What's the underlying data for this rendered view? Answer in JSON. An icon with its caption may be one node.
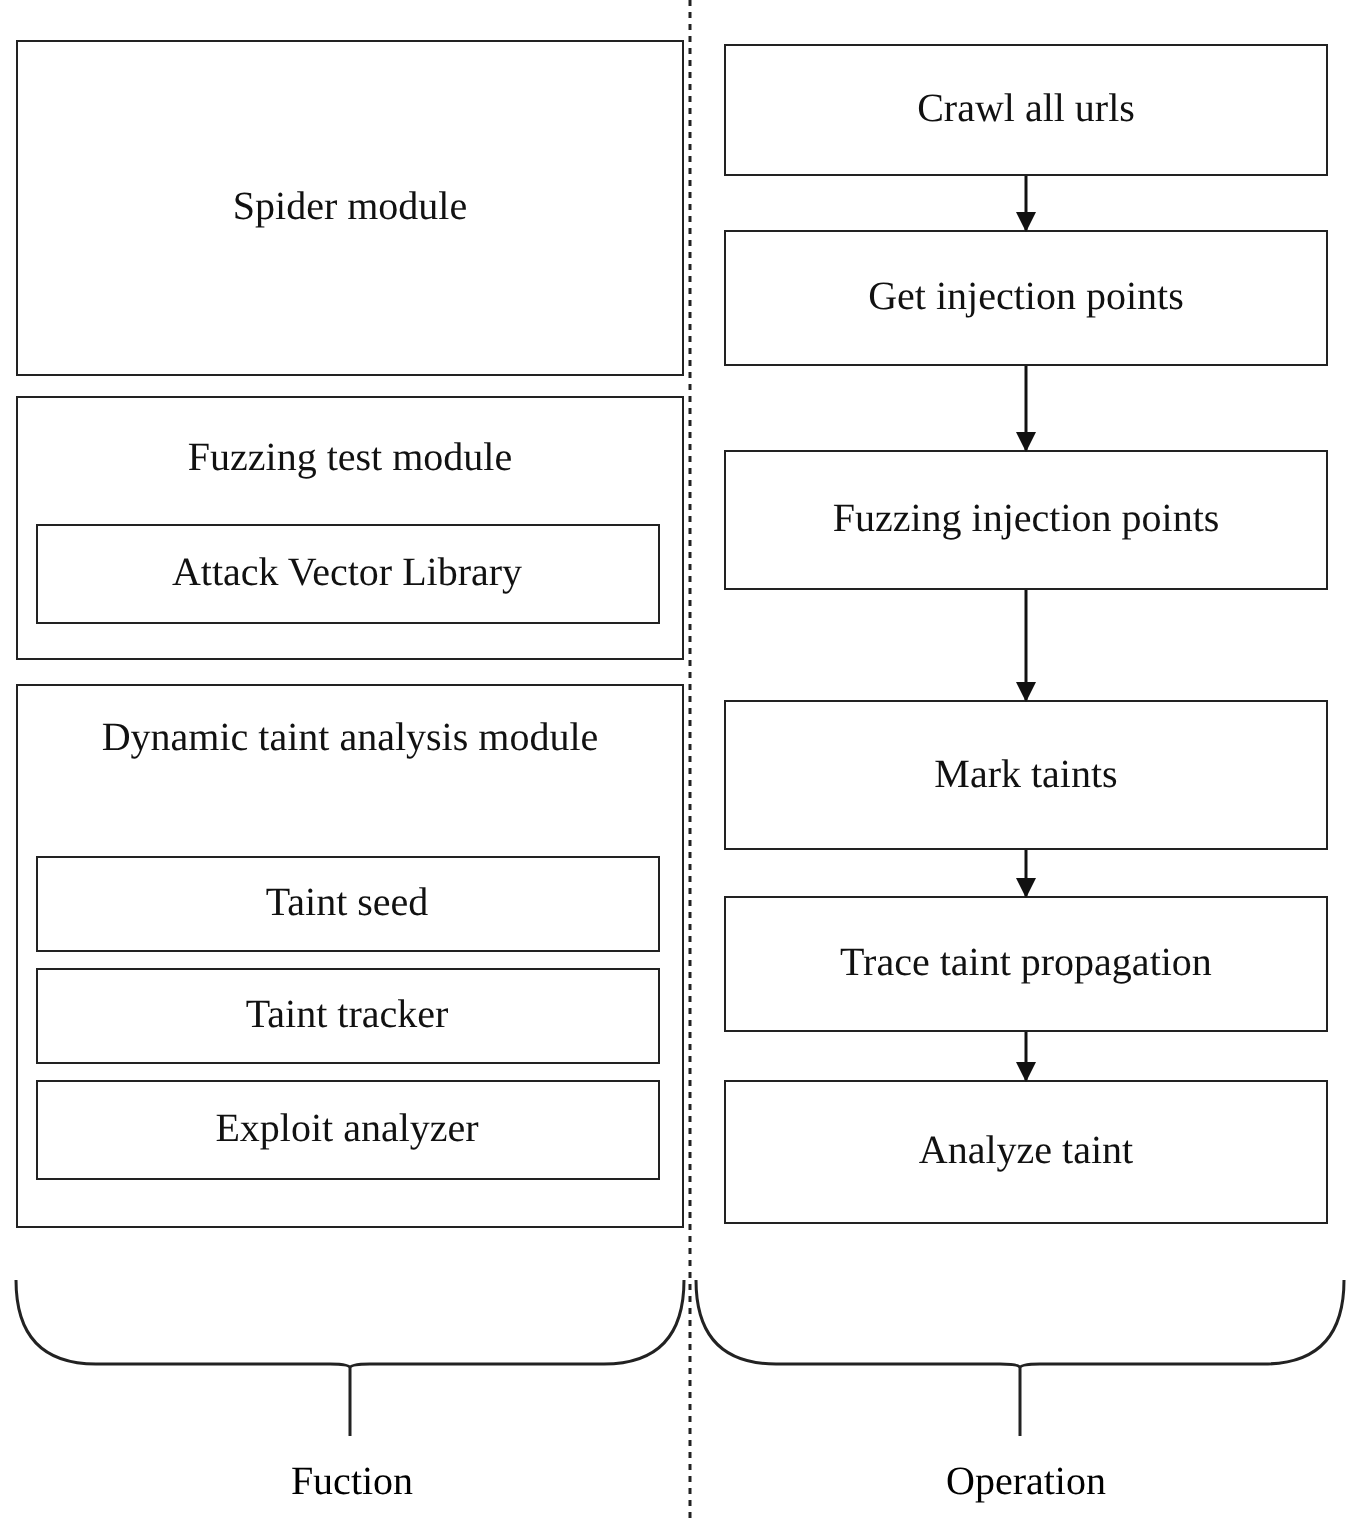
{
  "diagram": {
    "nodes": [
      {
        "text": [
          "Spider module"
        ]
      },
      {
        "text": [
          "Fuzzing test module"
        ]
      },
      {
        "text": [
          "Attack Vector Library"
        ],
        "in": 1
      },
      {
        "text": [
          "Dynamic taint analysis module"
        ]
      },
      {
        "text": [
          "Taint seed"
        ],
        "in": 3
      },
      {
        "text": [
          "Taint tracker"
        ],
        "in": 3
      },
      {
        "text": [
          "Exploit analyzer"
        ],
        "in": 3
      },
      {
        "text": [
          "Crawl all urls"
        ]
      },
      {
        "text": [
          "Get injection points"
        ]
      },
      {
        "text": [
          "Fuzzing injection points"
        ]
      },
      {
        "text": [
          "Mark taints"
        ]
      },
      {
        "text": [
          "Trace taint propagation"
        ]
      },
      {
        "text": [
          "Analyze taint"
        ]
      }
    ],
    "edges": [
      {
        "from": 7,
        "to": 8,
        "arrow": "to"
      },
      {
        "from": 8,
        "to": 9,
        "arrow": "to"
      },
      {
        "from": 9,
        "to": 10,
        "arrow": "to"
      },
      {
        "from": 10,
        "to": 11,
        "arrow": "to"
      },
      {
        "from": 11,
        "to": 12,
        "arrow": "to"
      }
    ],
    "labels": [
      "Fuction",
      "Operation"
    ]
  }
}
